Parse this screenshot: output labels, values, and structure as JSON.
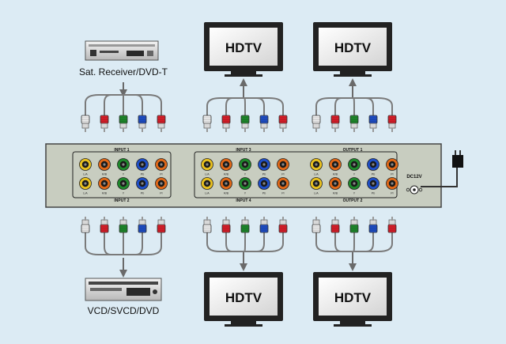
{
  "tv_label": "HDTV",
  "sources": {
    "top": "Sat. Receiver/DVD-T",
    "bottom": "VCD/SVCD/DVD"
  },
  "panel": {
    "input1": "INPUT 1",
    "input2": "INPUT 2",
    "input3": "INPUT 3",
    "input4": "INPUT 4",
    "output1": "OUTPUT 1",
    "output2": "OUTPUT 2",
    "power": "DC12V"
  },
  "jack_labels": [
    "L/A",
    "R/B",
    "Y",
    "Pb",
    "Pr"
  ],
  "plug_colors": [
    "#f2f2f2",
    "#dd1f2a",
    "#1f8a2c",
    "#1f4fc8",
    "#dd1f2a"
  ],
  "colors": {
    "background": "#dcebf4",
    "panel": "#c8cdc0",
    "cable": "#7a7a7a",
    "audio_white": "#f2f2f2",
    "audio_red": "#dd1f2a",
    "video_green": "#1f8a2c",
    "video_blue": "#1f4fc8",
    "ring_yellow": "#e8c020",
    "ring_orange": "#e06818"
  }
}
